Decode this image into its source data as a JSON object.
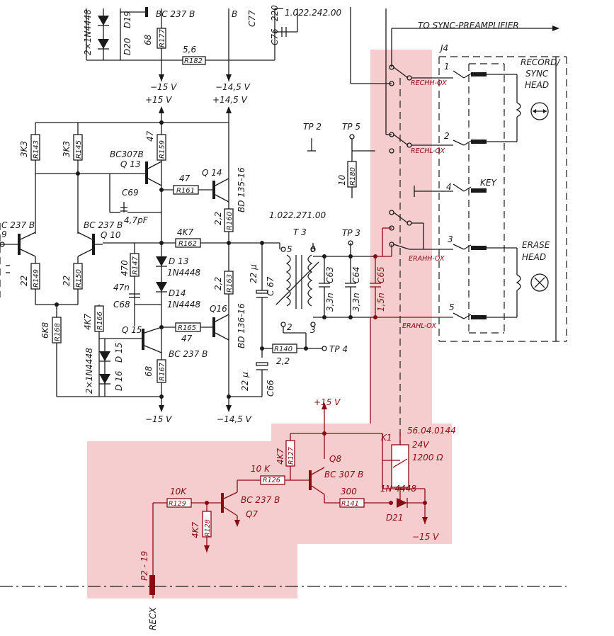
{
  "labels": {
    "d19_20": "2×1N4448",
    "d19": "D19",
    "d20": "D20",
    "bc237b_top": "BC 237 B",
    "b_top": "B",
    "c77": "C77",
    "c76": "C76",
    "v220": "220",
    "part_top": "1.022.242.00",
    "sync_pre": "TO  SYNC-PREAMPLIFIER",
    "j4": "J4",
    "v68_top": "68",
    "r177": "R177",
    "v56": "5,6",
    "r182": "R182",
    "m15v_top": "−15 V",
    "m145v_top": "−14,5 V",
    "p15v_top": "+15 V",
    "p145v_top": "+14,5 V",
    "rechh": "RECHH-OX",
    "rechl": "RECHL-OX",
    "record_sync_head": [
      "RECORD/",
      "SYNC",
      "HEAD"
    ],
    "pin1": "1",
    "pin2": "2",
    "pin3": "3",
    "pin4": "4",
    "pin5": "5",
    "tp2": "TP 2",
    "tp5": "TP 5",
    "tp3": "TP 3",
    "tp4": "TP 4",
    "v10": "10",
    "r180": "R180",
    "key": "KEY",
    "v3k3a": "3K3",
    "r143": "R143",
    "v3k3b": "3K3",
    "r145": "R145",
    "v47_r159": "47",
    "r159": "R159",
    "bc307b_q13": "BC307B",
    "q13": "Q 13",
    "v47_r161": "47",
    "r161": "R161",
    "q14": "Q 14",
    "bd135": "BD 135-16",
    "c69": "C69",
    "c69v": "4,7pF",
    "v22_r160": "2,2",
    "r160": "R160",
    "part_mid": "1.022.271.00",
    "t3": "T 3",
    "bc237b_q9": "C 237 B",
    "q9": "9",
    "bc237b_q10": "BC 237 B",
    "q10": "Q 10",
    "v4k7_r162": "4K7",
    "r162": "R162",
    "v470": "470",
    "r147": "R147",
    "d13": "D 13",
    "d13v": "1N4448",
    "d14": "D14",
    "d14v": "1N4448",
    "v47n": "47n",
    "c68": "C68",
    "v22_r149": "22",
    "r149": "R149",
    "v22_r150": "22",
    "r150": "R150",
    "v22_r163": "2,2",
    "r163": "R163",
    "v22u_c67": "22 µ",
    "c67": "C 67",
    "t_5": "5",
    "t_6": "6",
    "t_2": "2",
    "t_3": "3",
    "c63": "C63",
    "c64": "C64",
    "c65": "C65",
    "v33n_a": "3,3n",
    "v33n_b": "3,3n",
    "v15n": "1,5n",
    "erahh": "ERAHH-OX",
    "erahl": "ERAHL-OX",
    "erase_head": [
      "ERASE",
      "HEAD"
    ],
    "v6k8": "6K8",
    "r168": "R168",
    "v4k7_r166": "4K7",
    "r166": "R166",
    "q15": "Q 15",
    "v47_r165": "47",
    "r165": "R165",
    "q16": "Q16",
    "bd136": "BD 136-16",
    "r140": "R140",
    "v22_r140": "2,2",
    "d15": "D 15",
    "d16": "D 16",
    "d15_16": "2×1N4448",
    "v68_bot": "68",
    "r167": "R167",
    "bc237b_q15": "BC 237 B",
    "v22u_c66": "22 µ",
    "c66": "C66",
    "m15v_bot": "−15 V",
    "m145v_bot": "−14,5 V",
    "p15v_q8": "+15 V",
    "k1": "K1",
    "k1_part": "56.04.0144",
    "k1_v": "24V",
    "k1_r": "1200 Ω",
    "v4k7_r127": "4K7",
    "r127": "R127",
    "q8": "Q8",
    "bc307b_q8": "BC 307 B",
    "v10k_r126": "10 K",
    "r126": "R126",
    "v300": "300",
    "r141": "R141",
    "d21v": "1N 4448",
    "d21": "D21",
    "m15v_d21": "−15 V",
    "v10k_r129": "10K",
    "r129": "R129",
    "bc237b_q7": "BC 237 B",
    "q7": "Q7",
    "v4k7_r128": "4K7",
    "r128": "R128",
    "p2_19": "P2 - 19",
    "recx": "RECX"
  },
  "colors": {
    "ink": "#1a1a1a",
    "highlight_fill": "#f6cdcf",
    "highlight_ink": "#8b0a12"
  }
}
